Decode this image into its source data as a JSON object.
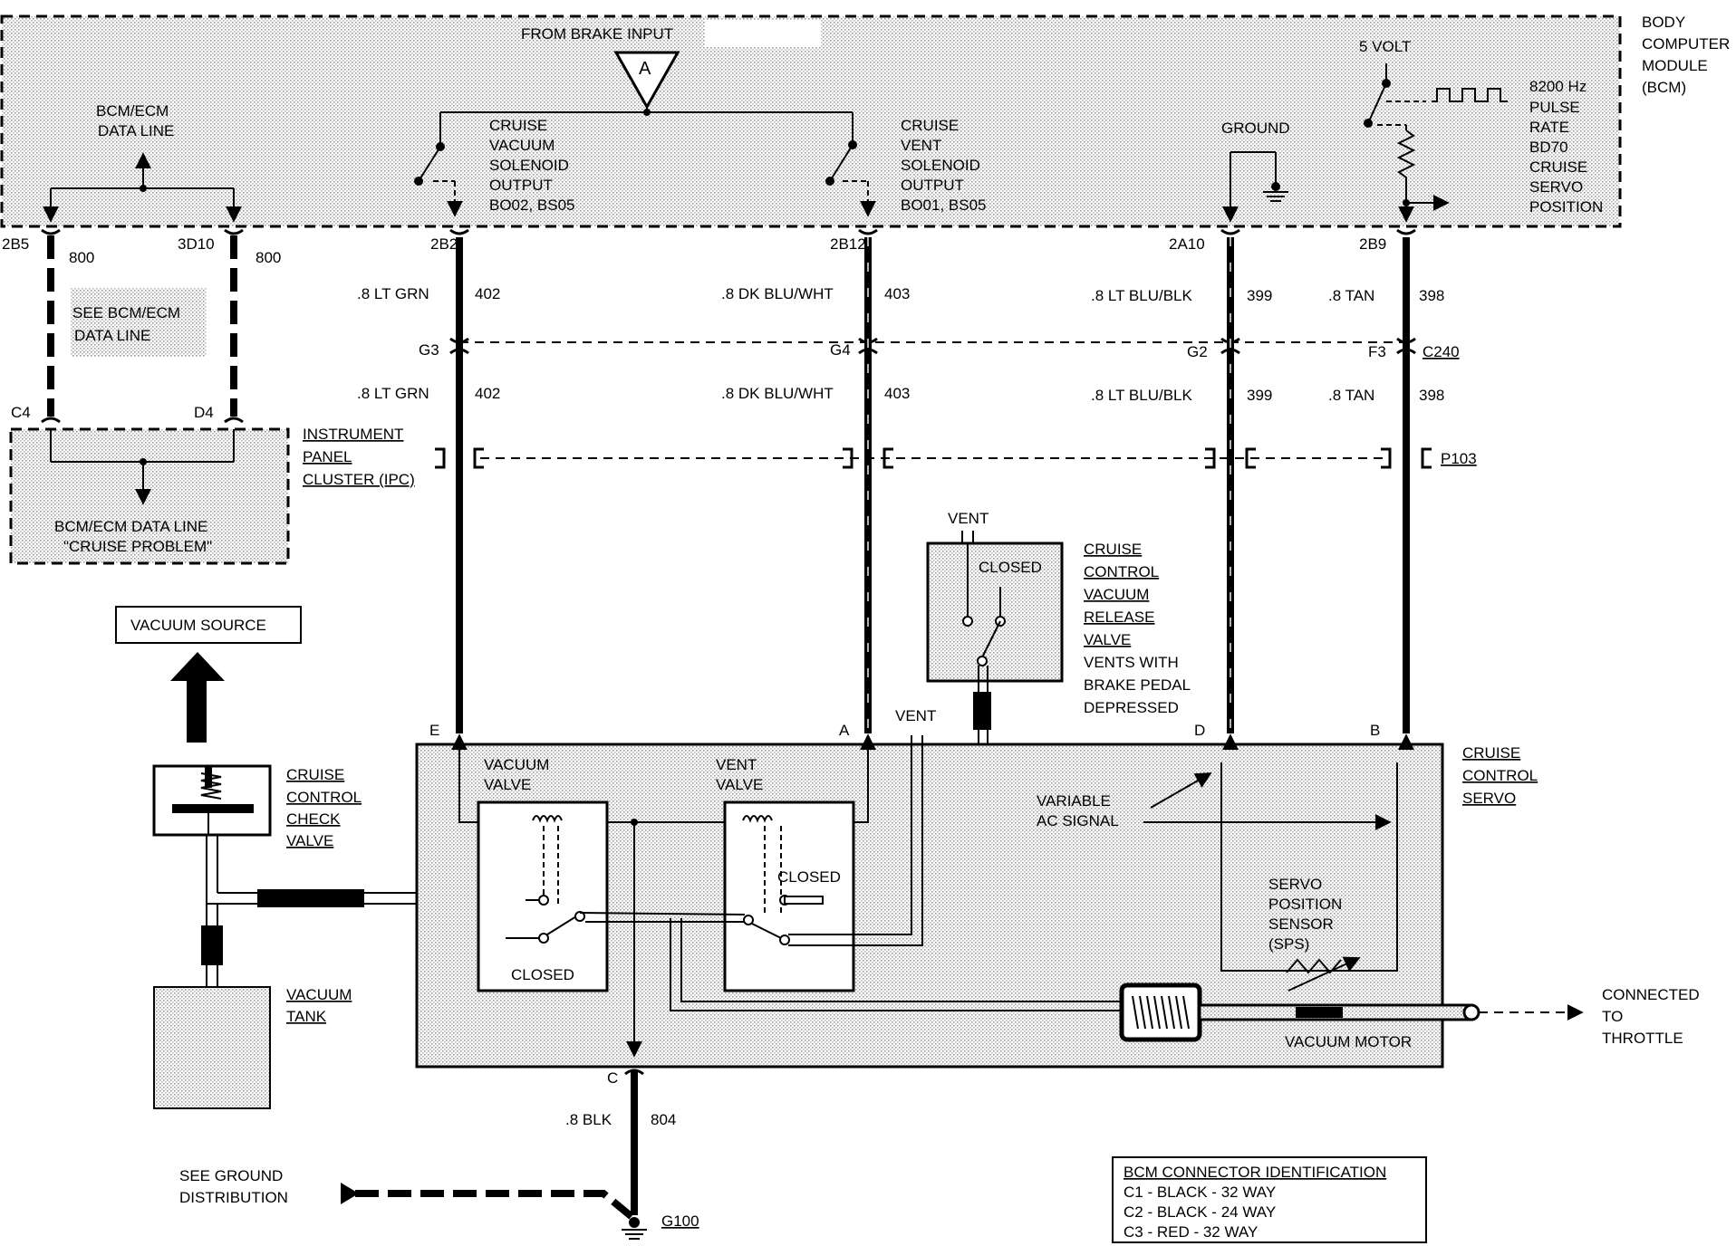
{
  "bcm": {
    "title_lines": [
      "BODY",
      "COMPUTER",
      "MODULE",
      "(BCM)"
    ],
    "from_brake_input": "FROM BRAKE INPUT",
    "brake_symbol": "A",
    "data_line_lines": [
      "BCM/ECM",
      "DATA LINE"
    ],
    "vac_solenoid_lines": [
      "CRUISE",
      "VACUUM",
      "SOLENOID",
      "OUTPUT",
      "BO02, BS05"
    ],
    "vent_solenoid_lines": [
      "CRUISE",
      "VENT",
      "SOLENOID",
      "OUTPUT",
      "BO01, BS05"
    ],
    "ground": "GROUND",
    "five_volt": "5 VOLT",
    "pulse_lines": [
      "8200 Hz",
      "PULSE",
      "RATE",
      "BD70",
      "CRUISE",
      "SERVO",
      "POSITION"
    ]
  },
  "wires": {
    "w1": {
      "pin_top": "2B5",
      "circuit_top": "800",
      "pin_bottom": "C4"
    },
    "w2": {
      "pin_top": "3D10",
      "circuit_top": "800",
      "pin_bottom": "D4"
    },
    "see_data_line_lines": [
      "SEE BCM/ECM",
      "DATA LINE"
    ],
    "w3": {
      "pin_top": "2B2",
      "color_top": ".8 LT GRN",
      "circuit_top": "402",
      "c240_pin": "G3",
      "color_bottom": ".8 LT GRN",
      "circuit_bottom": "402",
      "servo_pin": "E"
    },
    "w4": {
      "pin_top": "2B12",
      "color_top": ".8 DK BLU/WHT",
      "circuit_top": "403",
      "c240_pin": "G4",
      "color_bottom": ".8 DK BLU/WHT",
      "circuit_bottom": "403",
      "servo_pin": "A"
    },
    "w5": {
      "pin_top": "2A10",
      "color_top": ".8 LT BLU/BLK",
      "circuit_top": "399",
      "c240_pin": "G2",
      "color_bottom": ".8 LT BLU/BLK",
      "circuit_bottom": "399",
      "servo_pin": "D"
    },
    "w6": {
      "pin_top": "2B9",
      "color_top": ".8 TAN",
      "circuit_top": "398",
      "c240_pin": "F3",
      "color_bottom": ".8 TAN",
      "circuit_bottom": "398",
      "servo_pin": "B"
    },
    "c240": "C240",
    "p103": "P103",
    "ground_wire": {
      "servo_pin": "C",
      "color": ".8 BLK",
      "circuit": "804",
      "ground_id": "G100"
    }
  },
  "ipc": {
    "label_lines": [
      "INSTRUMENT",
      "PANEL",
      "CLUSTER (IPC)"
    ],
    "message_lines": [
      "BCM/ECM DATA LINE",
      "\"CRUISE PROBLEM\""
    ]
  },
  "vacuum": {
    "source": "VACUUM SOURCE",
    "check_valve_lines": [
      "CRUISE",
      "CONTROL",
      "CHECK",
      "VALVE"
    ],
    "tank_lines": [
      "VACUUM",
      "TANK"
    ]
  },
  "release_valve": {
    "vent": "VENT",
    "closed": "CLOSED",
    "label_lines": [
      "CRUISE",
      "CONTROL",
      "VACUUM",
      "RELEASE",
      "VALVE"
    ],
    "note_lines": [
      "VENTS WITH",
      "BRAKE PEDAL",
      "DEPRESSED"
    ]
  },
  "servo": {
    "label_lines": [
      "CRUISE",
      "CONTROL",
      "SERVO"
    ],
    "vacuum_valve_lines": [
      "VACUUM",
      "VALVE"
    ],
    "vent_valve_lines": [
      "VENT",
      "VALVE"
    ],
    "vent": "VENT",
    "closed_vac": "CLOSED",
    "closed_vent": "CLOSED",
    "ac_signal_lines": [
      "VARIABLE",
      "AC SIGNAL"
    ],
    "sps_lines": [
      "SERVO",
      "POSITION",
      "SENSOR",
      "(SPS)"
    ],
    "vacuum_motor": "VACUUM MOTOR",
    "throttle_lines": [
      "CONNECTED",
      "TO",
      "THROTTLE"
    ]
  },
  "ground_distribution_lines": [
    "SEE GROUND",
    "DISTRIBUTION"
  ],
  "connector_id": {
    "title": "BCM CONNECTOR IDENTIFICATION",
    "rows": [
      "C1 - BLACK - 32 WAY",
      "C2 - BLACK - 24 WAY",
      "C3 - RED - 32 WAY"
    ]
  }
}
